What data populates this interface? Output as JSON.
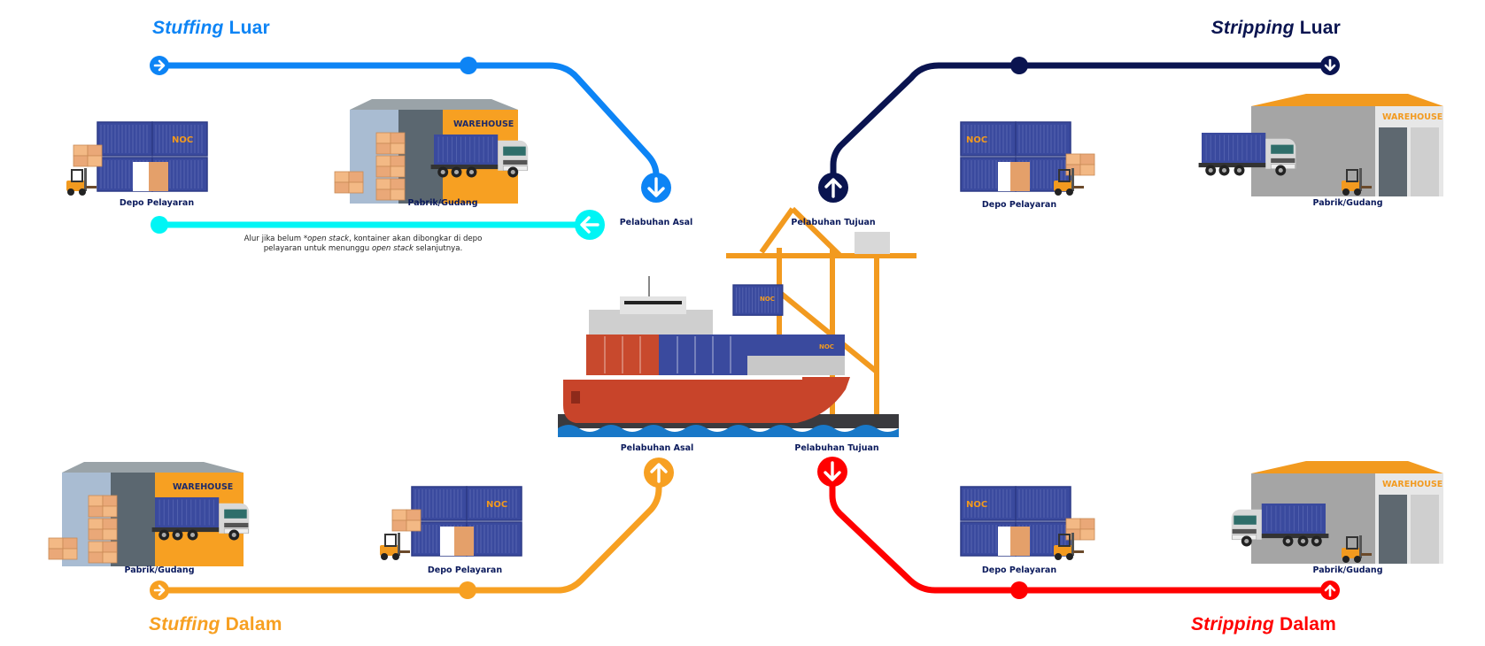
{
  "colors": {
    "stuffing_luar": "#0d84f5",
    "stripping_luar": "#0a1450",
    "stuffing_dalam": "#f7a022",
    "stripping_dalam": "#ff0000",
    "alt_flow": "#00f5f5",
    "label_text": "#0b1a5c",
    "container_blue": "#3a4a9e",
    "warehouse_orange": "#f7a022",
    "ship_hull": "#c8442a"
  },
  "flows": {
    "stuffing_luar": {
      "title_em": "Stuffing",
      "title_rest": " Luar",
      "start_icon": "arrow-right-icon",
      "end_icon": "arrow-down-icon",
      "nodes": [
        "Depo Pelayaran",
        "Pabrik/Gudang",
        "Pelabuhan Asal"
      ]
    },
    "stripping_luar": {
      "title_em": "Stripping",
      "title_rest": " Luar",
      "start_icon": "arrow-up-icon",
      "end_icon": "arrow-down-icon",
      "nodes": [
        "Pelabuhan Tujuan",
        "Depo Pelayaran",
        "Pabrik/Gudang"
      ]
    },
    "stuffing_dalam": {
      "title_em": "Stuffing",
      "title_rest": " Dalam",
      "start_icon": "arrow-right-icon",
      "end_icon": "arrow-up-icon",
      "nodes": [
        "Pabrik/Gudang",
        "Depo Pelayaran",
        "Pelabuhan Asal"
      ]
    },
    "stripping_dalam": {
      "title_em": "Stripping",
      "title_rest": " Dalam",
      "start_icon": "arrow-down-icon",
      "end_icon": "arrow-up-icon",
      "nodes": [
        "Pelabuhan Tujuan",
        "Depo Pelayaran",
        "Pabrik/Gudang"
      ]
    },
    "alt_flow": {
      "start_icon": "arrow-left-icon",
      "note_a": "Alur jika belum *",
      "note_b": "open stack",
      "note_c": ", kontainer akan dibongkar di depo",
      "note_d": "pelayaran untuk menunggu ",
      "note_e": "open stack",
      "note_f": " selanjutnya."
    }
  },
  "illustrations": {
    "container_brand": "NOC",
    "warehouse_sign": "WAREHOUSE"
  }
}
